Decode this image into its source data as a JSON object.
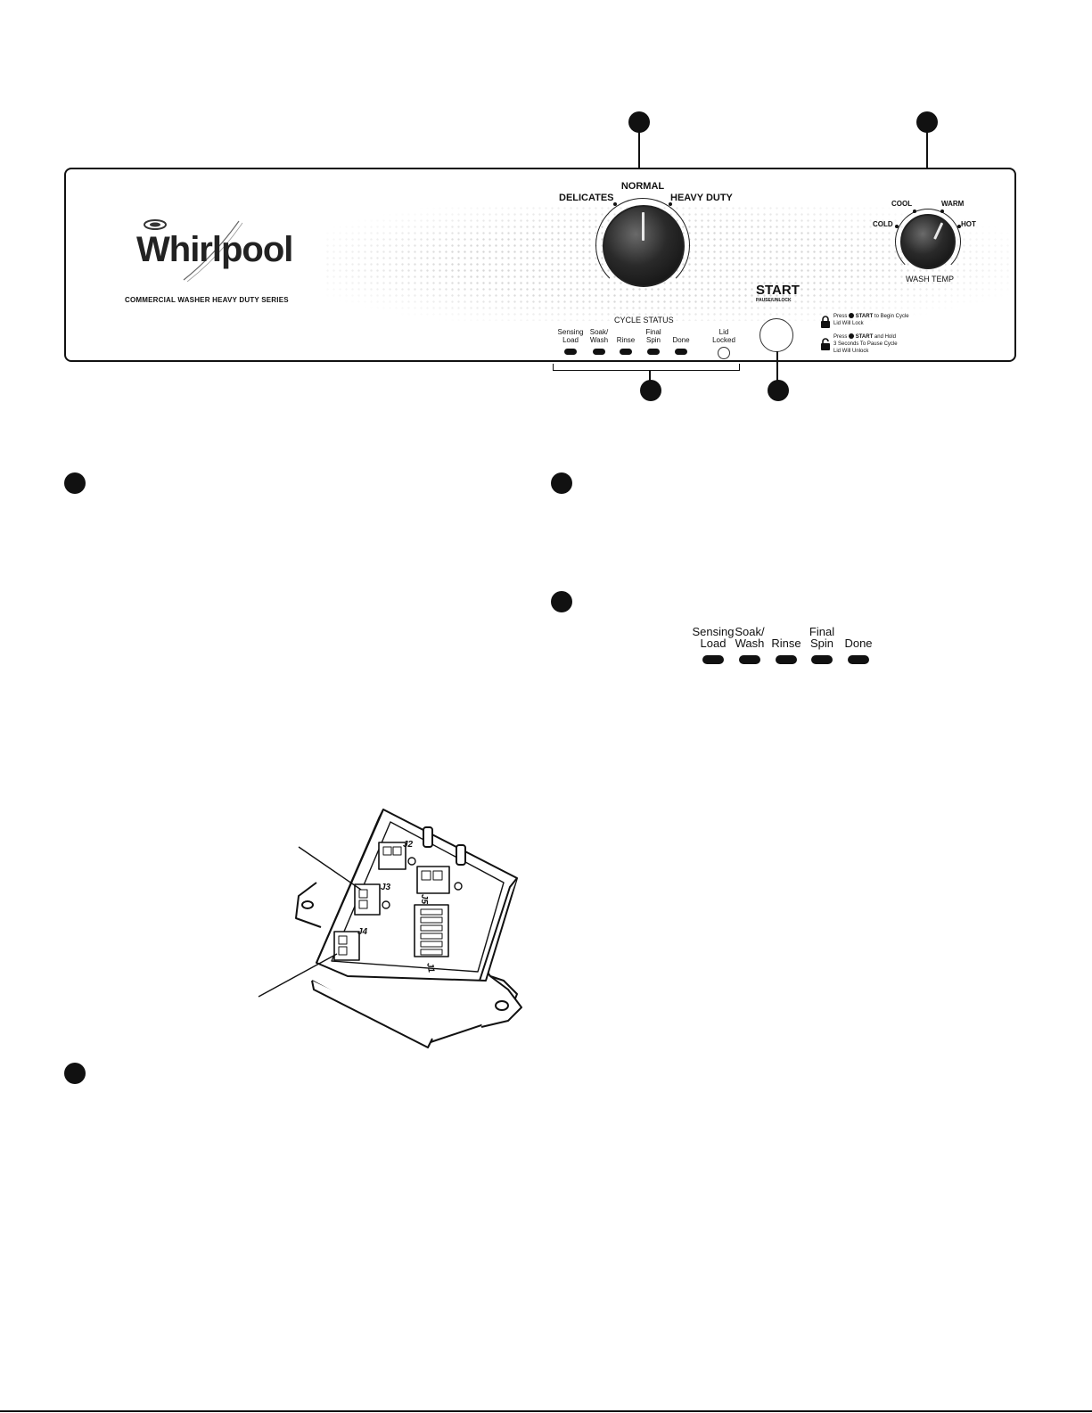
{
  "brand": {
    "logo_text": "Whirlpool",
    "series": "COMMERCIAL WASHER HEAVY DUTY SERIES"
  },
  "cycle_knob": {
    "left_label": "DELICATES",
    "top_label": "NORMAL",
    "right_label": "HEAVY DUTY"
  },
  "temp_knob": {
    "labels": [
      "COLD",
      "COOL",
      "WARM",
      "HOT"
    ],
    "caption": "WASH TEMP"
  },
  "start": {
    "label": "START",
    "sublabel": "PAUSE/UNLOCK"
  },
  "cycle_status": {
    "title": "CYCLE STATUS",
    "indicators": [
      {
        "line1": "Sensing",
        "line2": "Load"
      },
      {
        "line1": "Soak/",
        "line2": "Wash"
      },
      {
        "line1": "",
        "line2": "Rinse"
      },
      {
        "line1": "Final",
        "line2": "Spin"
      },
      {
        "line1": "",
        "line2": "Done"
      }
    ],
    "lid": {
      "line1": "Lid",
      "line2": "Locked"
    }
  },
  "notes": {
    "lock": {
      "pre": "Press",
      "bold": "START",
      "post": "to Begin Cycle",
      "line2": "Lid Will Lock"
    },
    "unlock": {
      "pre": "Press",
      "bold": "START",
      "post": "and Hold",
      "line2": "3 Seconds To Pause Cycle",
      "line3": "Lid Will Unlock"
    }
  },
  "status_detail": [
    {
      "line1": "Sensing",
      "line2": "Load"
    },
    {
      "line1": "Soak/",
      "line2": "Wash"
    },
    {
      "line1": "",
      "line2": "Rinse"
    },
    {
      "line1": "Final",
      "line2": "Spin"
    },
    {
      "line1": "",
      "line2": "Done"
    }
  ],
  "connectors": [
    "J1",
    "J2",
    "J3",
    "J4",
    "J5"
  ],
  "colors": {
    "ink": "#111111",
    "dots": "#d2d2d2"
  }
}
